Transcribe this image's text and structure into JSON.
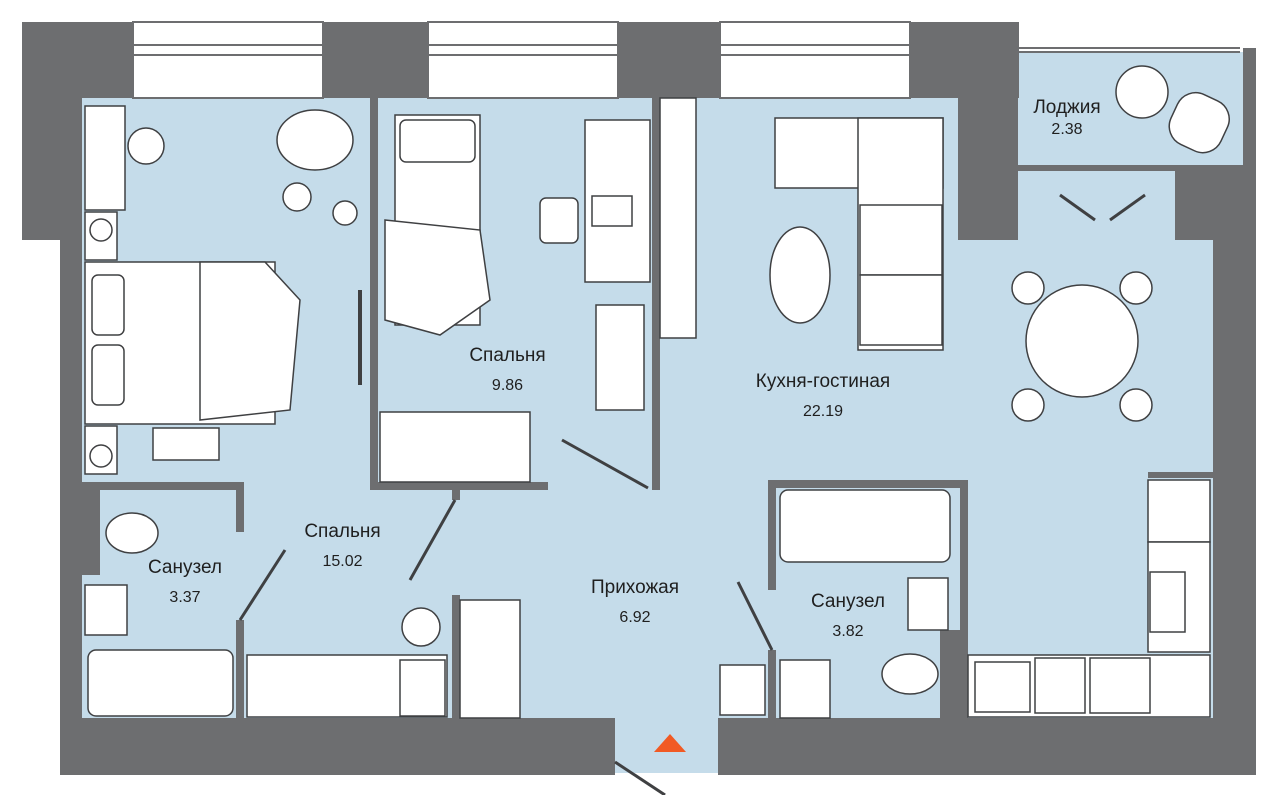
{
  "plan": {
    "colors": {
      "wall": "#6d6e70",
      "floor": "#c5dcea",
      "furniture": "#ffffff",
      "stroke": "#3f4042",
      "entrance_marker": "#f15a24"
    },
    "rooms": {
      "loggia": {
        "name": "Лоджия",
        "area": "2.38"
      },
      "bedroom_small": {
        "name": "Спальня",
        "area": "9.86"
      },
      "kitchen_living": {
        "name": "Кухня-гостиная",
        "area": "22.19"
      },
      "bedroom_large": {
        "name": "Спальня",
        "area": "15.02"
      },
      "bathroom_left": {
        "name": "Санузел",
        "area": "3.37"
      },
      "hallway": {
        "name": "Прихожая",
        "area": "6.92"
      },
      "bathroom_right": {
        "name": "Санузел",
        "area": "3.82"
      }
    }
  }
}
